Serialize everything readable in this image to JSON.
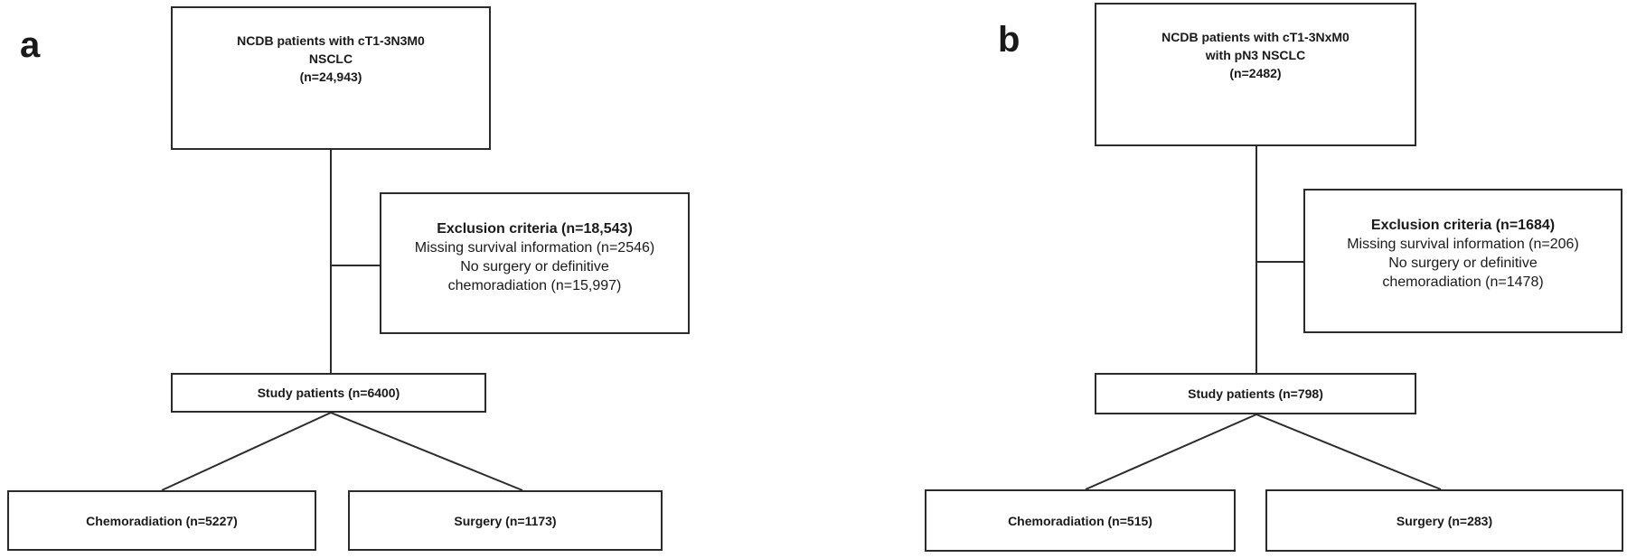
{
  "panels": [
    {
      "label": "a",
      "source": [
        "NCDB patients with cT1-3N3M0",
        "NSCLC",
        "(n=24,943)"
      ],
      "exclusion": {
        "title": "Exclusion criteria (n=18,543)",
        "lines": [
          "Missing survival information (n=2546)",
          "No surgery or definitive",
          "chemoradiation (n=15,997)"
        ]
      },
      "study": "Study patients (n=6400)",
      "arms": [
        "Chemoradiation (n=5227)",
        "Surgery (n=1173)"
      ]
    },
    {
      "label": "b",
      "source": [
        "NCDB patients with cT1-3NxM0",
        "with pN3 NSCLC",
        "(n=2482)"
      ],
      "exclusion": {
        "title": "Exclusion criteria (n=1684)",
        "lines": [
          "Missing survival information (n=206)",
          "No surgery or definitive",
          "chemoradiation (n=1478)"
        ]
      },
      "study": "Study patients (n=798)",
      "arms": [
        "Chemoradiation (n=515)",
        "Surgery (n=283)"
      ]
    }
  ]
}
